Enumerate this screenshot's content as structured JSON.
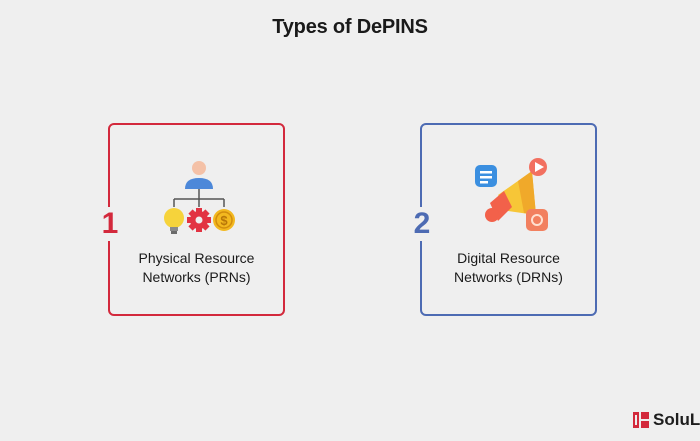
{
  "title": "Types of DePINS",
  "cards": [
    {
      "number": "1",
      "line1": "Physical Resource",
      "line2": "Networks (PRNs)",
      "accent": "#d3293c"
    },
    {
      "number": "2",
      "line1": "Digital Resource",
      "line2": "Networks (DRNs)",
      "accent": "#4d6bb3"
    }
  ],
  "brand": {
    "name": "SoluL",
    "color": "#d3293c"
  }
}
